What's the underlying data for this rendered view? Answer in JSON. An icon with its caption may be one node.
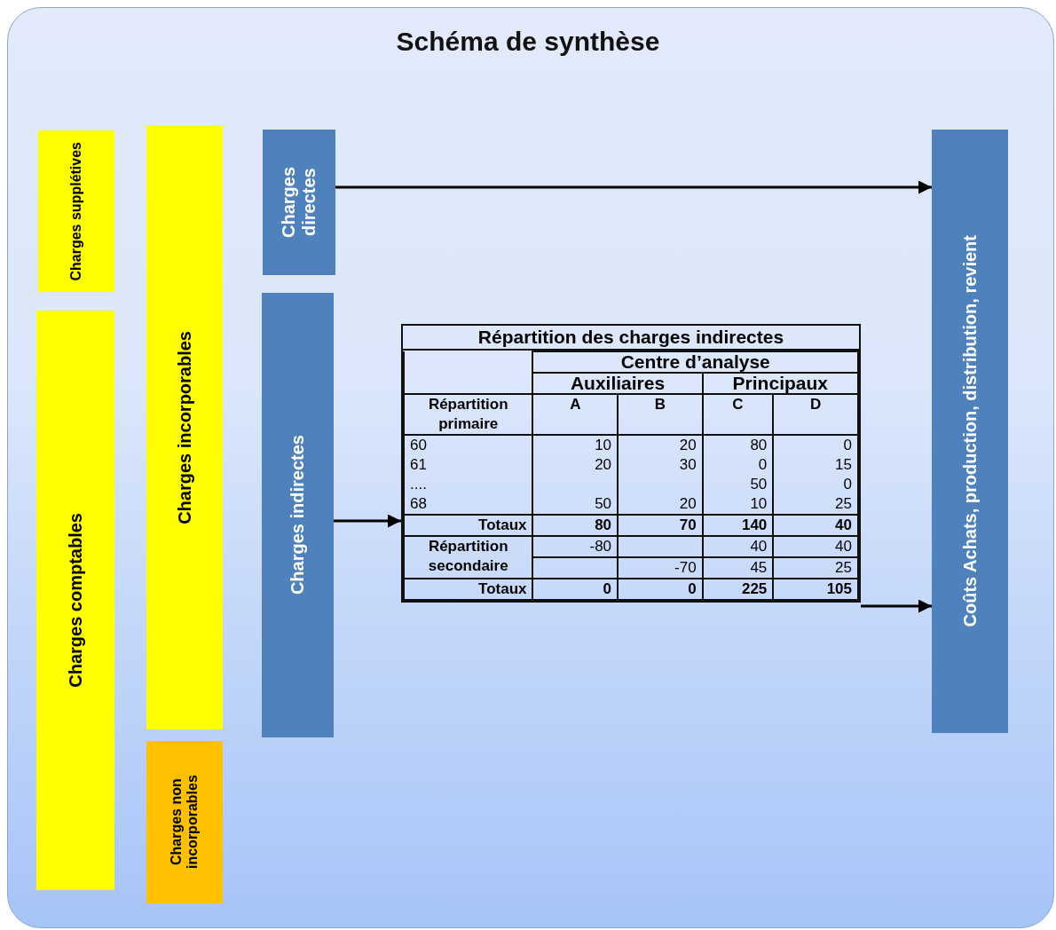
{
  "diagram": {
    "title": "Schéma de synthèse",
    "nodes": [
      {
        "text": [
          "Charges supplétives"
        ]
      },
      {
        "text": [
          "Charges comptables"
        ]
      },
      {
        "text": [
          "Charges incorporables"
        ]
      },
      {
        "text": [
          "Charges non incorporables"
        ]
      },
      {
        "text": [
          "Charges directes"
        ]
      },
      {
        "text": [
          "Charges indirectes"
        ]
      },
      {
        "text": [
          "Répartition des charges indirectes"
        ]
      },
      {
        "text": [
          "Coûts Achats, production, distribution, revient"
        ]
      }
    ],
    "edges": [
      {
        "from": 4,
        "to": 7,
        "arrow": "to"
      },
      {
        "from": 5,
        "to": 6,
        "arrow": "to"
      },
      {
        "from": 6,
        "to": 7,
        "arrow": "to"
      }
    ],
    "labels": [
      "Centre d’analyse",
      "Auxiliaires",
      "Principaux",
      "Répartition primaire",
      "A",
      "B",
      "C",
      "D",
      "60",
      "10",
      "20",
      "80",
      "0",
      "61",
      "20",
      "30",
      "0",
      "15",
      "....",
      "50",
      "0",
      "68",
      "50",
      "20",
      "10",
      "25",
      "Totaux",
      "80",
      "70",
      "140",
      "40",
      "Répartition secondaire",
      "-80",
      "40",
      "40",
      "-70",
      "45",
      "25",
      "Totaux",
      "0",
      "0",
      "225",
      "105"
    ]
  }
}
